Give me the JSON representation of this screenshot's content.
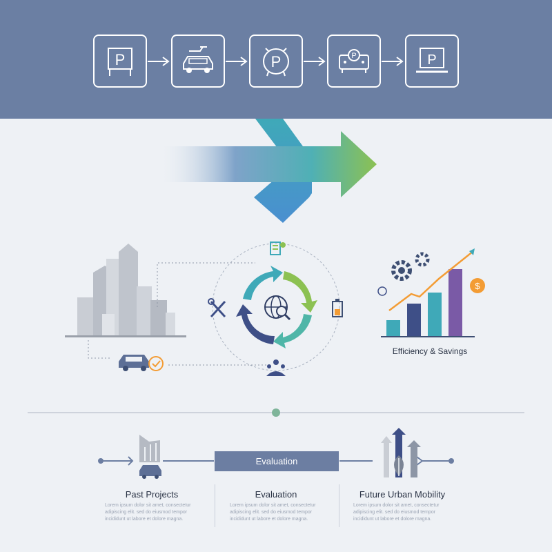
{
  "process_steps": [
    {
      "icon": "parking-sign-icon"
    },
    {
      "icon": "car-icon"
    },
    {
      "icon": "parking-circle-icon"
    },
    {
      "icon": "parking-projector-icon"
    },
    {
      "icon": "parking-monitor-icon"
    }
  ],
  "center_cycle": {
    "icons": [
      "checklist-icon",
      "wrench-screwdriver-icon",
      "battery-icon",
      "people-network-icon",
      "globe-search-icon"
    ]
  },
  "efficiency": {
    "label": "Efficiency & Savings"
  },
  "timeline": {
    "bar_label": "Evaluation",
    "sections": [
      {
        "title": "Past Projects",
        "body": [
          "Lorem ipsum dolor sit amet, consectetur",
          "adipiscing elit. sed do eiusmod tempor",
          "incididunt ut labore et dolore magna."
        ]
      },
      {
        "title": "Evaluation",
        "body": [
          "Lorem ipsum dolor sit amet, consectetur",
          "adipiscing elit. sed do eiusmod tempor",
          "incididunt ut labore et dolore magna."
        ]
      },
      {
        "title": "Future Urban Mobility",
        "body": [
          "Lorem ipsum dolor sit amet, consectetur",
          "adipiscing elit. sed do eiusmod tempor",
          "incididunt ut labore et dolore magna."
        ]
      }
    ]
  },
  "colors": {
    "banner": "#6b7fa3",
    "teal": "#3fa9b8",
    "green": "#8cc152",
    "navy": "#3e4f87",
    "orange": "#f39c34",
    "purple": "#7a5aa6"
  }
}
